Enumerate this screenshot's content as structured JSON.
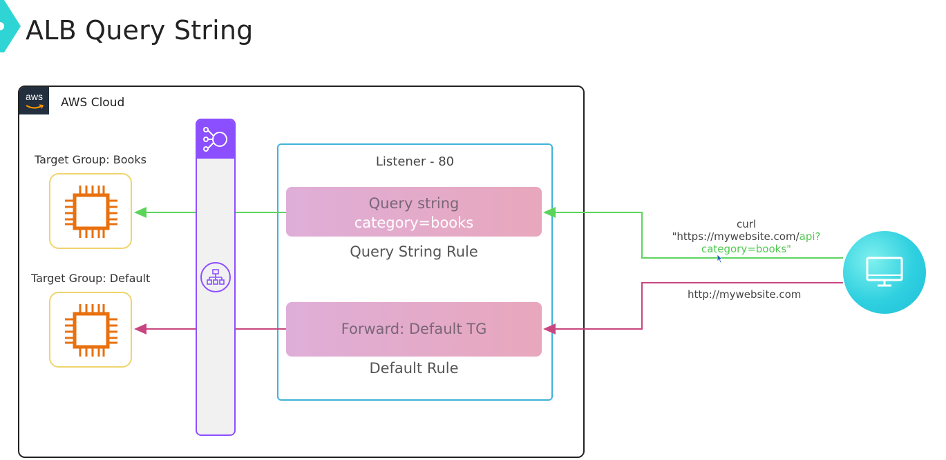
{
  "title": "ALB Query String",
  "cloud": {
    "badge_text": "aws",
    "label": "AWS Cloud"
  },
  "target_groups": [
    {
      "label": "Target Group: Books",
      "icon": "ec2-instance-chip-icon"
    },
    {
      "label": "Target Group: Default",
      "icon": "ec2-instance-chip-icon"
    }
  ],
  "load_balancer": {
    "top_icon": "application-load-balancer-icon",
    "mid_icon": "hierarchy-tree-icon"
  },
  "listener": {
    "label": "Listener - 80",
    "rules": [
      {
        "line1": "Query string",
        "line2": "category=books",
        "caption": "Query String Rule"
      },
      {
        "line1": "Forward: Default TG",
        "caption": "Default Rule"
      }
    ]
  },
  "client": {
    "icon": "monitor-icon",
    "request1": {
      "line1": "curl",
      "line2_prefix": "\"https://mywebsite.com/",
      "line2_highlight": "api?",
      "line3": "category=books\""
    },
    "request2": "http://mywebsite.com"
  },
  "colors": {
    "green_flow": "#5cd45c",
    "pink_flow": "#c9457f",
    "alb_purple": "#8c4fff",
    "listener_border": "#3fb3d9",
    "chip_orange": "#e8700f",
    "tg_border": "#f0d46e"
  }
}
